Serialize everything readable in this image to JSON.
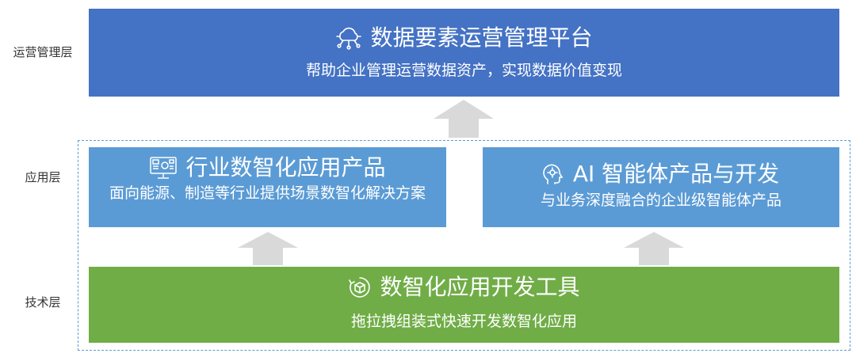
{
  "layers": {
    "management": "运营管理层",
    "application": "应用层",
    "technology": "技术层"
  },
  "platform": {
    "title": "数据要素运营管理平台",
    "subtitle": "帮助企业管理运营数据资产，实现数据价值变现",
    "color": "#4472c4",
    "icon": "cloud-network-icon"
  },
  "industry_product": {
    "title": "行业数智化应用产品",
    "subtitle": "面向能源、制造等行业提供场景数智化解决方案",
    "color": "#5b9bd5",
    "icon": "dashboard-screen-icon"
  },
  "ai_agent": {
    "title": "AI 智能体产品与开发",
    "subtitle": "与业务深度融合的企业级智能体产品",
    "color": "#5b9bd5",
    "icon": "ai-head-icon"
  },
  "dev_tool": {
    "title": "数智化应用开发工具",
    "subtitle": "拖拉拽组装式快速开发数智化应用",
    "color": "#70ad47",
    "icon": "cube-cycle-icon"
  },
  "arrow_color": "#d9d9d9"
}
